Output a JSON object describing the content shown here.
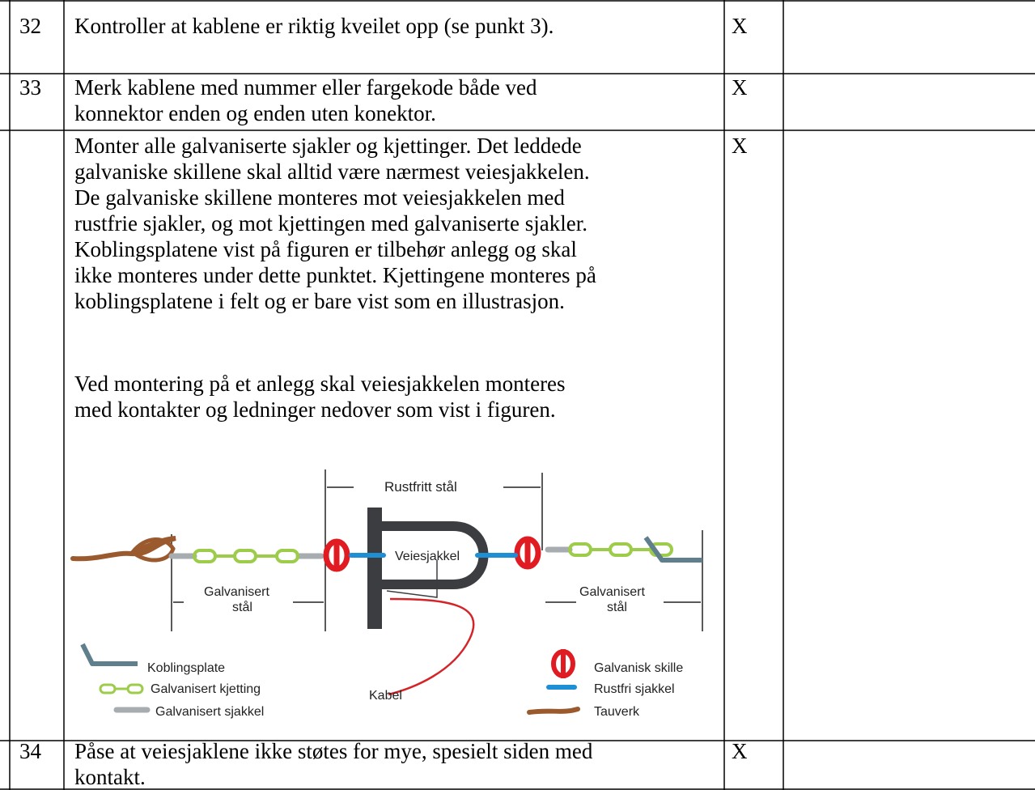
{
  "rows": [
    {
      "num": "32",
      "lines": [
        "Kontroller at kablene er riktig kveilet opp (se punkt 3)."
      ],
      "check": "X"
    },
    {
      "num": "33",
      "lines": [
        "Merk kablene med nummer eller fargekode både ved",
        "konnektor enden og enden uten konektor."
      ],
      "check": "X"
    },
    {
      "num": "",
      "para1": [
        "Monter alle galvaniserte sjakler og kjettinger. Det leddede",
        "galvaniske skillene skal alltid være nærmest veiesjakkelen.",
        "De galvaniske skillene monteres mot veiesjakkelen med",
        "rustfrie sjakler, og mot kjettingen med galvaniserte sjakler.",
        "Koblingsplatene vist på figuren er tilbehør anlegg og skal",
        "ikke monteres under dette punktet. Kjettingene monteres på",
        "koblingsplatene i felt og er bare vist som en illustrasjon."
      ],
      "para2": [
        "Ved montering på et anlegg skal veiesjakkelen monteres",
        "med kontakter og ledninger nedover som vist i figuren."
      ],
      "check": "X"
    },
    {
      "num": "34",
      "lines": [
        "Påse at veiesjaklene ikke støtes for mye, spesielt siden med",
        "kontakt."
      ],
      "check": "X"
    }
  ],
  "figure": {
    "labels": {
      "stainless": "Rustfritt stål",
      "weigh_shackle": "Veiesjakkel",
      "galvanized_left": [
        "Galvanisert",
        "stål"
      ],
      "galvanized_right": [
        "Galvanisert",
        "stål"
      ],
      "cable": "Kabel"
    },
    "legend": {
      "coupling_plate": "Koblingsplate",
      "galv_chain": "Galvanisert kjetting",
      "galv_shackle": "Galvanisert sjakkel",
      "galv_isolator": "Galvanisk skille",
      "stainless_shackle": "Rustfri sjakkel",
      "rope": "Tauverk"
    },
    "colors": {
      "rope": "#9b5a2e",
      "chain": "#9ccc4a",
      "galv_shackle": "#a7acb0",
      "isolator": "#e01b22",
      "stainless_shackle": "#1e8fd4",
      "weigh_shackle": "#3b3d40",
      "plate": "#5f7f8c",
      "cable": "#d52428"
    }
  }
}
